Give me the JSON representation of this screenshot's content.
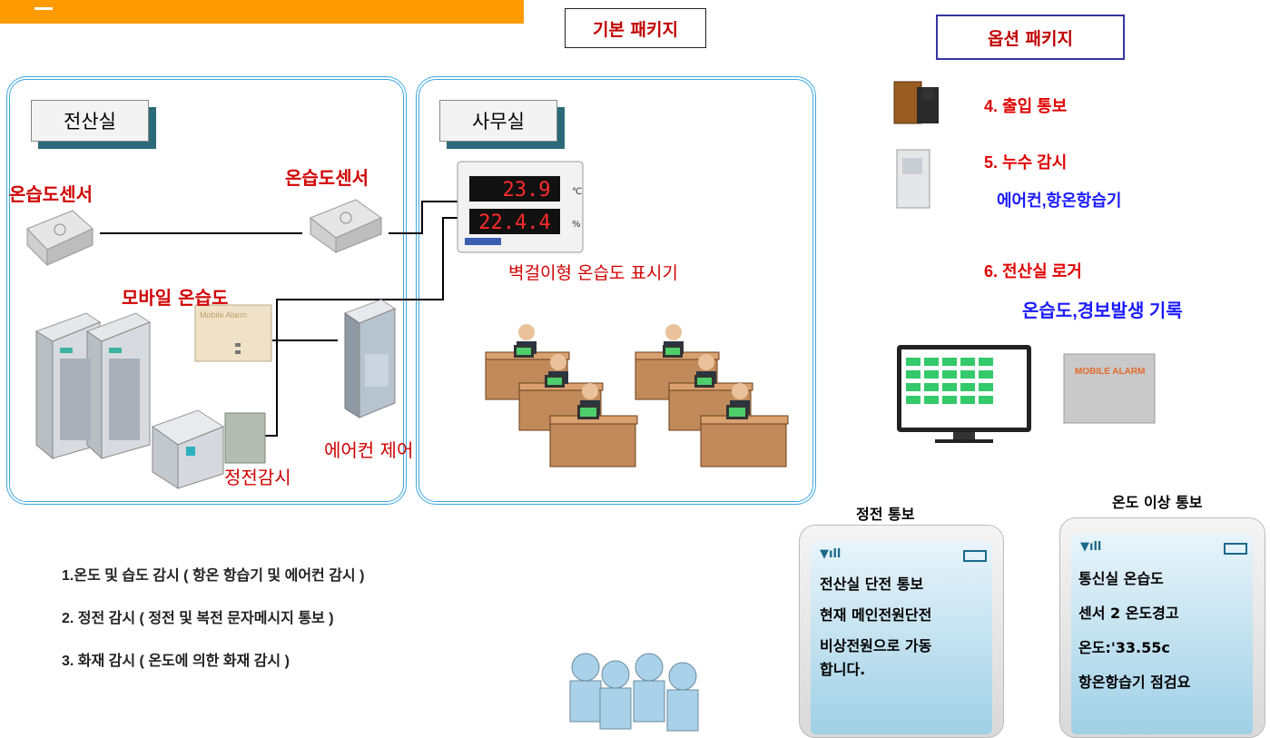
{
  "header": {
    "basic_package": "기본 패키지",
    "option_package": "옵션 패키지"
  },
  "rooms": {
    "server_room": "전산실",
    "office": "사무실"
  },
  "labels": {
    "sensor_left": "온습도센서",
    "sensor_right": "온습도센서",
    "mobile": "모바일 온습도",
    "aircon": "에어컨 제어",
    "power": "정전감시",
    "wall_display": "벽걸이형  온습도 표시기",
    "mobile_alarm_small": "Mobile Alarm",
    "mobile_alarm_box": "MOBILE ALARM"
  },
  "display": {
    "temp": "23.9",
    "humidity": "22.4.4",
    "unit_temp": "℃",
    "unit_hum": "%"
  },
  "features": [
    "1.온도 및 습도 감시 ( 항온 항습기 및 에어컨 감시 )",
    "2. 정전 감시 ( 정전 및  복전 문자메시지 통보 )",
    "3. 화재 감시 ( 온도에 의한 화재 감시 )"
  ],
  "options": {
    "entry": "4. 출입 통보",
    "leak": "5. 누수 감시",
    "leak_sub": "에어컨,항온항습기",
    "logger": "6.  전산실 로거",
    "logger_sub": "온습도,경보발생 기록"
  },
  "phones": {
    "power": {
      "caption": "정전  통보",
      "lines": [
        "전산실 단전 통보",
        "현재 메인전원단전",
        "비상전원으로 가동",
        "합니다."
      ]
    },
    "temp": {
      "caption": "온도 이상 통보",
      "lines": [
        "통신실  온습도",
        "센서 2 온도경고",
        "온도:'33.55c",
        "항온항습기 점검요"
      ]
    }
  },
  "colors": {
    "banner": "#ff9a00",
    "room_border": "#3fa7df",
    "label_red": "#d00000",
    "option_blue": "#1a1aff"
  }
}
